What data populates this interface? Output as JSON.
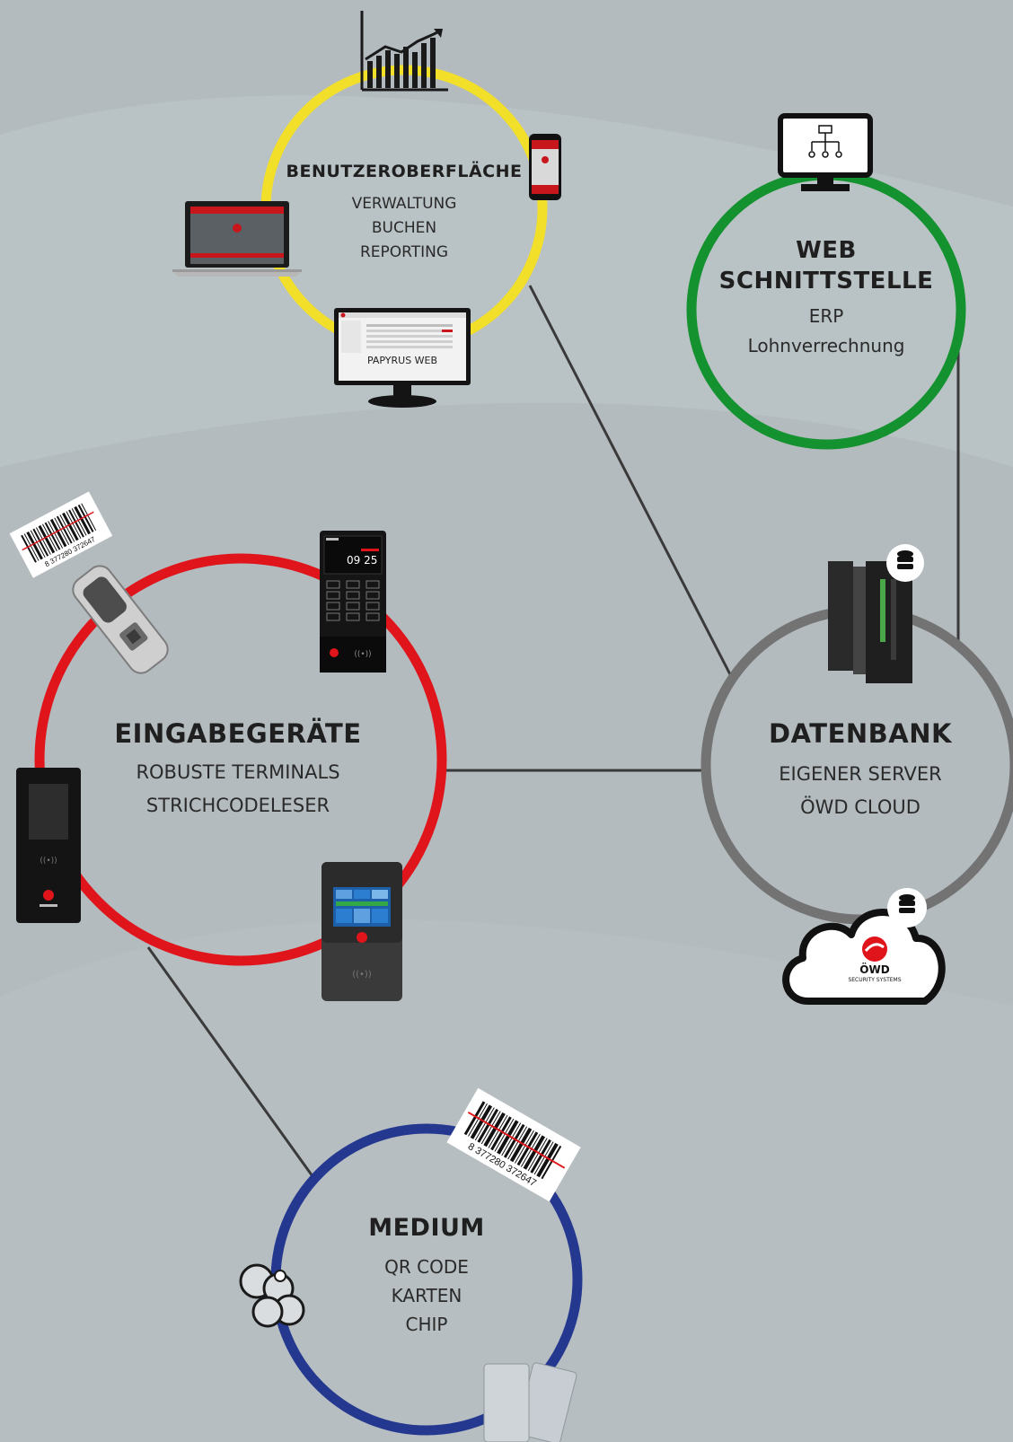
{
  "nodes": {
    "user_interface": {
      "title": "BENUTZEROBERFLÄCHE",
      "items": [
        "VERWALTUNG",
        "BUCHEN",
        "REPORTING"
      ],
      "monitor_caption": "PAPYRUS WEB",
      "ring_color": "#f2df2a"
    },
    "web_interface": {
      "title_line1": "WEB",
      "title_line2": "SCHNITTSTELLE",
      "items": [
        "ERP",
        "Lohnverrechnung"
      ],
      "ring_color": "#14922f"
    },
    "input_devices": {
      "title": "EINGABEGERÄTE",
      "items": [
        "ROBUSTE TERMINALS",
        "STRICHCODELESER"
      ],
      "terminal_time": "09 25",
      "ring_color": "#e0141b"
    },
    "database": {
      "title": "DATENBANK",
      "items": [
        "EIGENER SERVER",
        "ÖWD CLOUD"
      ],
      "cloud_brand": "ÖWD",
      "cloud_brand_sub": "SECURITY SYSTEMS",
      "ring_color": "#737373"
    },
    "medium": {
      "title": "MEDIUM",
      "items": [
        "QR CODE",
        "KARTEN",
        "CHIP"
      ],
      "ring_color": "#253890"
    }
  },
  "barcode_number": "8 377280 372647",
  "icons": [
    "chart-icon",
    "network-monitor-icon",
    "server-icon",
    "cloud-icon",
    "laptop-icon",
    "phone-icon",
    "monitor-icon",
    "barcode-label-icon",
    "barcode-scanner-icon",
    "terminal-icon",
    "key-fob-icon",
    "card-icon",
    "database-icon"
  ]
}
